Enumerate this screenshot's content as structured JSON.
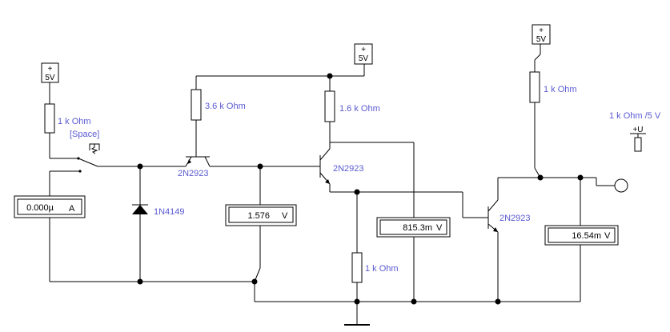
{
  "supplies": {
    "s1": {
      "symbol": "+",
      "value": "5V"
    },
    "s2": {
      "symbol": "+",
      "value": "5V"
    },
    "s3": {
      "symbol": "+",
      "value": "5V"
    }
  },
  "resistors": {
    "r_input": "1 k Ohm",
    "r_base": "3.6 k Ohm",
    "r_collector": "1.6 k Ohm",
    "r_emitter": "1 k Ohm",
    "r_output": "1 k Ohm"
  },
  "switch": {
    "key": "[Space]"
  },
  "diode": {
    "part": "1N4149"
  },
  "transistors": {
    "q1": "2N2923",
    "q2": "2N2923",
    "q3": "2N2923"
  },
  "meters": {
    "ammeter": {
      "value": "0.000µ",
      "unit": "A"
    },
    "v1": {
      "value": "1.576",
      "unit": "V"
    },
    "v2": {
      "value": "815.3m",
      "unit": "V"
    },
    "v3": {
      "value": "16.54m",
      "unit": "V"
    }
  },
  "output_source": {
    "label": "1 k Ohm /5 V",
    "symbol": "+U"
  }
}
